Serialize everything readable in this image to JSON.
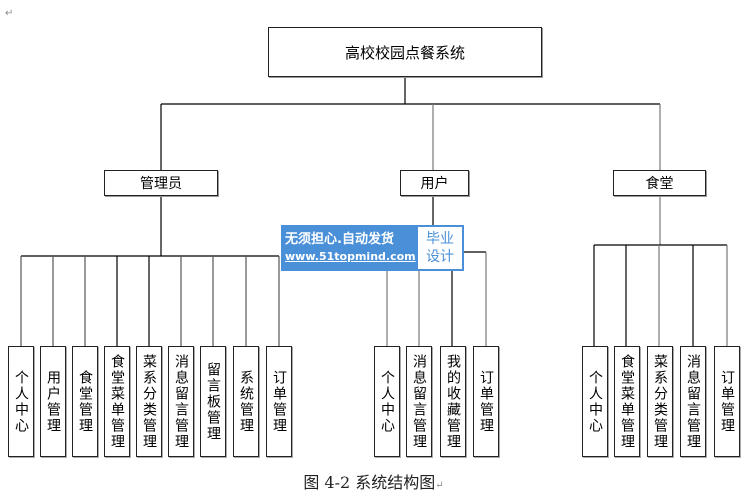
{
  "diagram": {
    "root": "高校校园点餐系统",
    "branches": [
      {
        "label": "管理员",
        "children": [
          "个人中心",
          "用户管理",
          "食堂管理",
          "食堂菜单管理",
          "菜系分类管理",
          "消息留言管理",
          "留言板管理",
          "系统管理",
          "订单管理"
        ]
      },
      {
        "label": "用户",
        "children": [
          "个人中心",
          "消息留言管理",
          "我的收藏管理",
          "订单管理"
        ]
      },
      {
        "label": "食堂",
        "children": [
          "个人中心",
          "食堂菜单管理",
          "菜系分类管理",
          "消息留言管理",
          "订单管理"
        ]
      }
    ]
  },
  "watermark": {
    "line1": "无须担心.自动发货",
    "url": "www.51topmind.com",
    "badge_line1": "毕业",
    "badge_line2": "设计"
  },
  "caption": "图 4-2  系统结构图",
  "paragraph_mark": "↵",
  "colors": {
    "watermark_bg": "#4a90d9",
    "line": "#000000"
  }
}
